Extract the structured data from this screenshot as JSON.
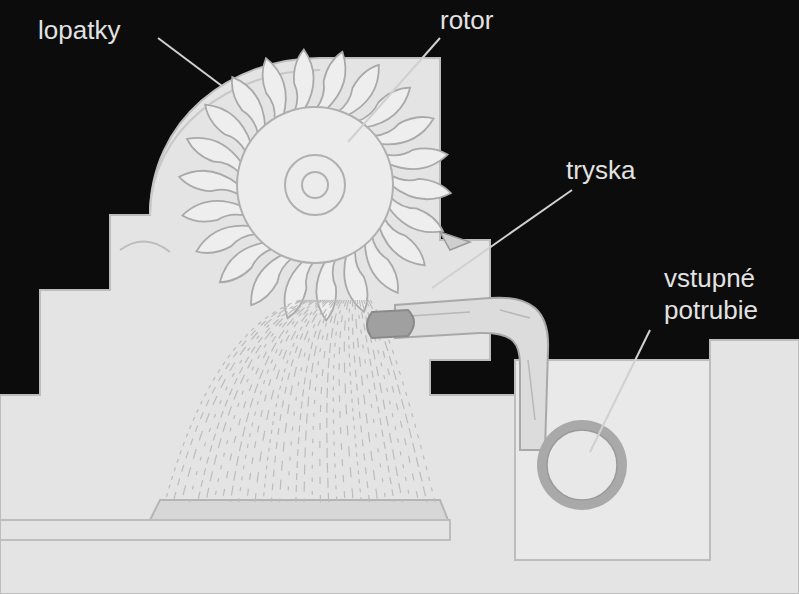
{
  "diagram": {
    "labels": [
      "lopatky",
      "rotor",
      "tryska",
      "vstupné potrubie"
    ]
  }
}
